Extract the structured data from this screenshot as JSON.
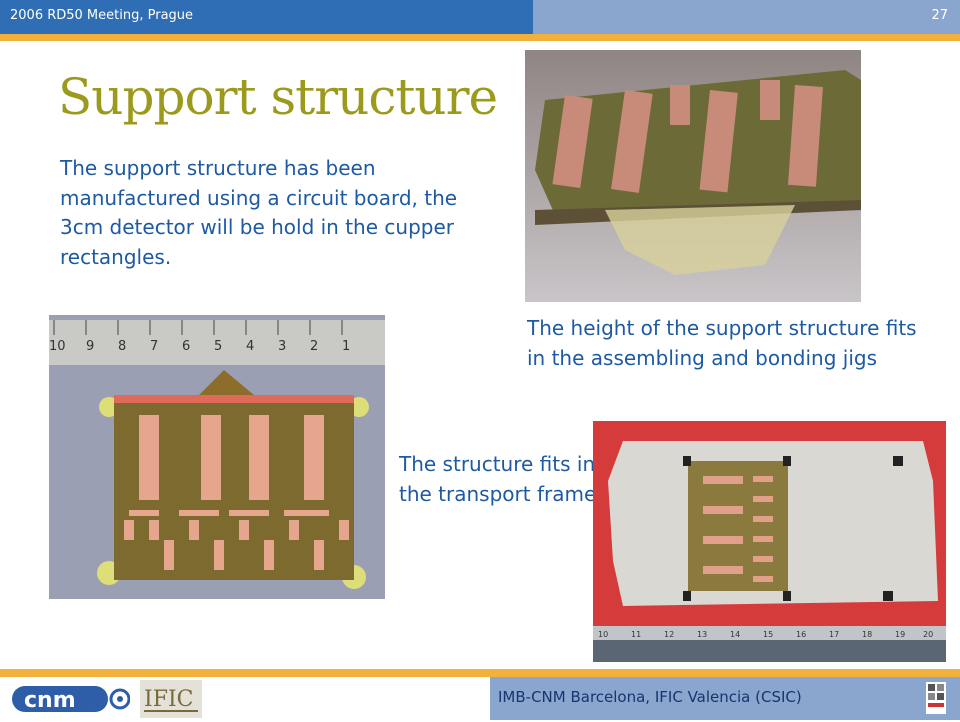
{
  "header": {
    "meeting": "2006 RD50 Meeting, Prague",
    "page_number": "27"
  },
  "slide": {
    "title": "Support structure",
    "text_main": "The support structure has been manufactured using a circuit board, the 3cm detector will be hold in the cupper rectangles.",
    "text_height": "The height of the support structure fits in the assembling and bonding jigs",
    "text_frame": "The structure fits in the transport frame"
  },
  "footer": {
    "institutions": "IMB-CNM Barcelona, IFIC Valencia (CSIC)",
    "logo_cnm": "cnm",
    "logo_ific": "IFIC"
  },
  "ruler_top": [
    "10",
    "9",
    "8",
    "7",
    "6",
    "5",
    "4",
    "3",
    "2",
    "1"
  ],
  "ruler_bottom": [
    "10",
    "11",
    "12",
    "13",
    "14",
    "15",
    "16",
    "17",
    "18",
    "19",
    "20"
  ]
}
